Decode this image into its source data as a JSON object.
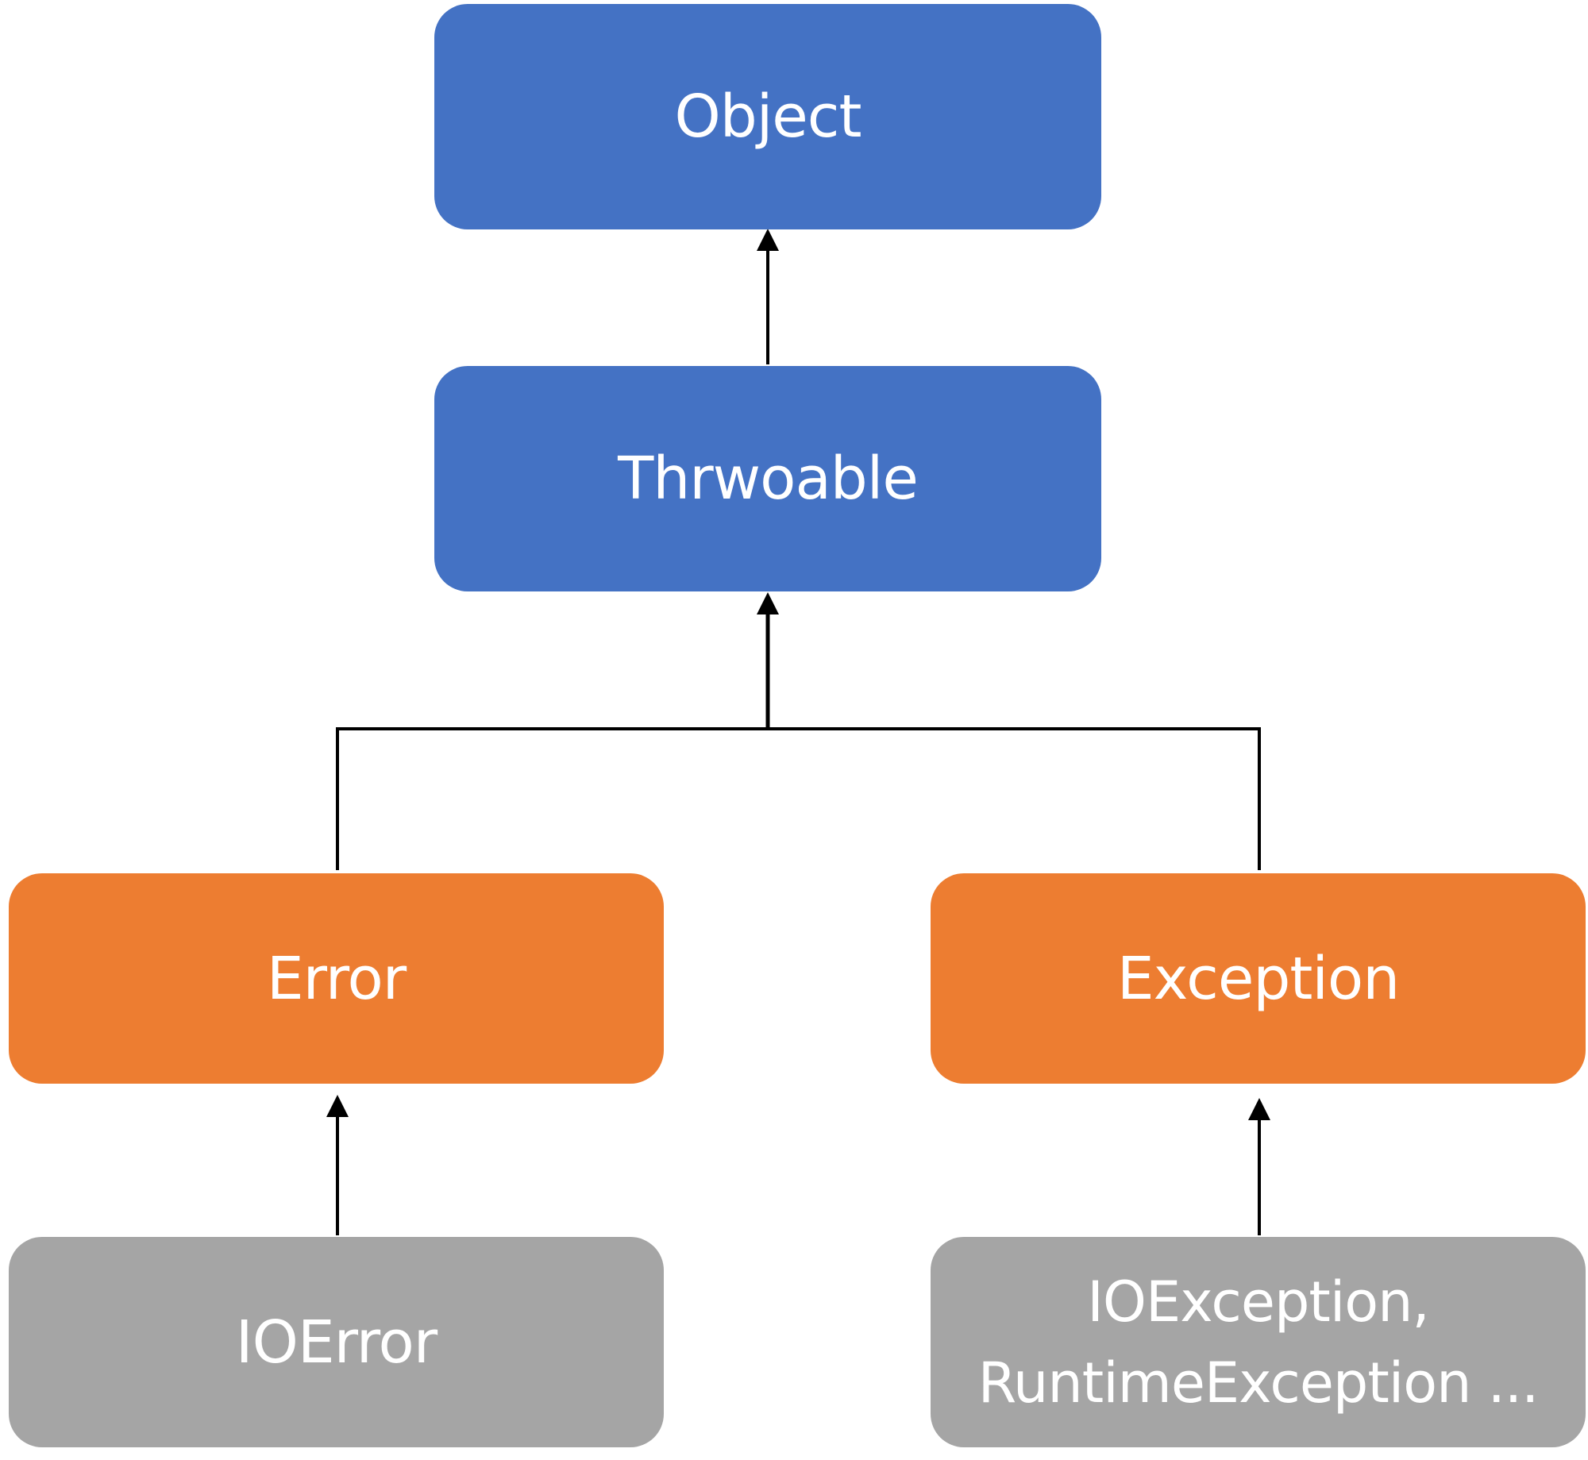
{
  "colors": {
    "root": "#4472C4",
    "middle": "#ED7D31",
    "leaf": "#A5A5A5",
    "text": "#FFFFFF",
    "connector": "#000000"
  },
  "nodes": {
    "object": {
      "label": "Object",
      "level": "root"
    },
    "throwable": {
      "label": "Thrwoable",
      "level": "root"
    },
    "error": {
      "label": "Error",
      "level": "middle"
    },
    "exception": {
      "label": "Exception",
      "level": "middle"
    },
    "ioerror": {
      "label": "IOError",
      "level": "leaf"
    },
    "ioexc": {
      "label": "IOException,\nRuntimeException ...",
      "level": "leaf"
    }
  },
  "edges": [
    {
      "from": "throwable",
      "to": "object"
    },
    {
      "from": "error",
      "to": "throwable"
    },
    {
      "from": "exception",
      "to": "throwable"
    },
    {
      "from": "ioerror",
      "to": "error"
    },
    {
      "from": "ioexc",
      "to": "exception"
    }
  ]
}
